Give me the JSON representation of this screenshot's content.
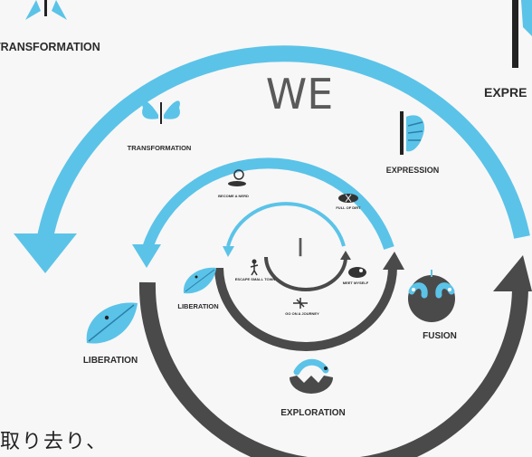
{
  "colors": {
    "blue": "#5bc3e8",
    "gray": "#4a4a4a",
    "dark": "#222222",
    "background": "#f7f7f7"
  },
  "outer": {
    "we_label": "WE",
    "transformation": "TRANSFORMATION",
    "expression": "EXPRE",
    "liberation": "LIBERATION",
    "exploration": "EXPLORATION"
  },
  "middle": {
    "transformation": "TRANSFORMATION",
    "expression": "EXPRESSION",
    "liberation": "LIBERATION",
    "fusion": "FUSION"
  },
  "inner": {
    "i_label": "I",
    "become_a_nerd": "BECOME A NERD",
    "full_of_dirt": "FULL OF DIRT",
    "meet_myself": "MEET MYSELF",
    "go_on_a_journey": "GO ON A JOURNEY",
    "escape_small_town": "ESCAPE SMALL TOWN"
  },
  "footer_text": "取り去り、",
  "icons": [
    "butterfly-icon",
    "feather-icon",
    "leaf-icon",
    "cocoon-icon",
    "caterpillar-icon",
    "fish-icon",
    "bird-icon",
    "snail-icon",
    "person-icon"
  ]
}
